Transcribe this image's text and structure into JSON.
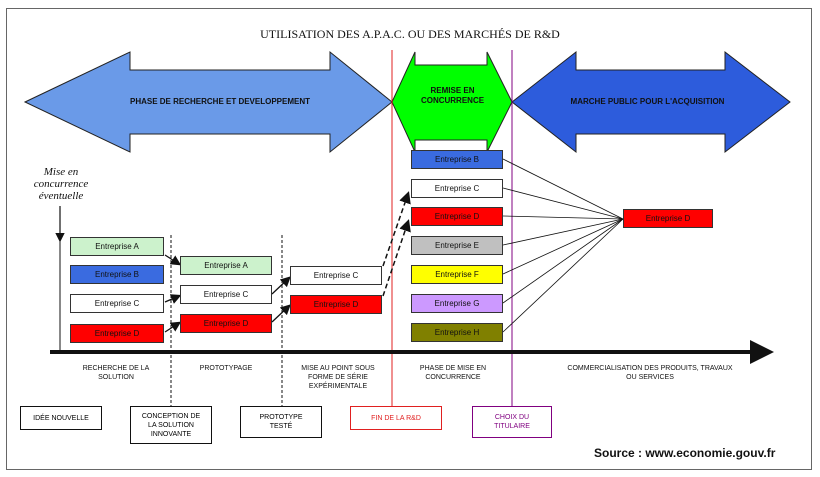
{
  "title": "UTILISATION DES A.P.A.C. OU DES MARCHÉS DE R&D",
  "arrows": {
    "research": "PHASE DE RECHERCHE ET DEVELOPPEMENT",
    "competition_line1": "REMISE EN",
    "competition_line2": "CONCURRENCE",
    "acquisition": "MARCHE PUBLIC POUR L'ACQUISITION"
  },
  "mise_en_concurrence": {
    "line1": "Mise en",
    "line2": "concurrence",
    "line3": "éventuelle"
  },
  "stage1": [
    {
      "label": "Entreprise A",
      "color": "#ccf2cc"
    },
    {
      "label": "Entreprise B",
      "color": "#3a6be0"
    },
    {
      "label": "Entreprise C",
      "color": "#ffffff"
    },
    {
      "label": "Entreprise D",
      "color": "#ff0000"
    }
  ],
  "stage2": [
    {
      "label": "Entreprise A",
      "color": "#ccf2cc"
    },
    {
      "label": "Entreprise C",
      "color": "#ffffff"
    },
    {
      "label": "Entreprise D",
      "color": "#ff0000"
    }
  ],
  "stage3": [
    {
      "label": "Entreprise C",
      "color": "#ffffff"
    },
    {
      "label": "Entreprise D",
      "color": "#ff0000"
    }
  ],
  "competition": [
    {
      "label": "Entreprise B",
      "color": "#3a6be0"
    },
    {
      "label": "Entreprise C",
      "color": "#ffffff"
    },
    {
      "label": "Entreprise D",
      "color": "#ff0000"
    },
    {
      "label": "Entreprise E",
      "color": "#c0c0c0"
    },
    {
      "label": "Entreprise F",
      "color": "#ffff00"
    },
    {
      "label": "Entreprise G",
      "color": "#cc99ff"
    },
    {
      "label": "Entreprise H",
      "color": "#808000"
    }
  ],
  "winner": {
    "label": "Entreprise D",
    "color": "#ff0000"
  },
  "phases": {
    "research": {
      "line1": "Recherche de la",
      "line2": "solution"
    },
    "prototype": {
      "line1": "Prototypage"
    },
    "mise_au_point": {
      "line1": "Mise au point sous",
      "line2": "forme de série",
      "line3": "expérimentale"
    },
    "mise_en_concurrence": {
      "line1": "Phase de mise en",
      "line2": "concurrence"
    },
    "commercialisation": {
      "line1": "Commercialisation des produits, travaux",
      "line2": "ou services"
    }
  },
  "milestones": {
    "idee": {
      "line1": "Idée nouvelle"
    },
    "conception": {
      "line1": "Conception de",
      "line2": "la solution",
      "line3": "innovante"
    },
    "prototype": {
      "line1": "Prototype",
      "line2": "testé"
    },
    "fin_rd": {
      "line1": "FIN de la R&D",
      "color": "#e02020"
    },
    "choix": {
      "line1": "Choix du",
      "line2": "titulaire",
      "color": "#800080"
    }
  },
  "source": "Source : www.economie.gouv.fr",
  "colors": {
    "research_arrow": "#6a9ae8",
    "competition_arrow": "#00ff00",
    "acquisition_arrow": "#2d5cdc",
    "fin_line": "#e02020",
    "choix_line": "#800080"
  }
}
